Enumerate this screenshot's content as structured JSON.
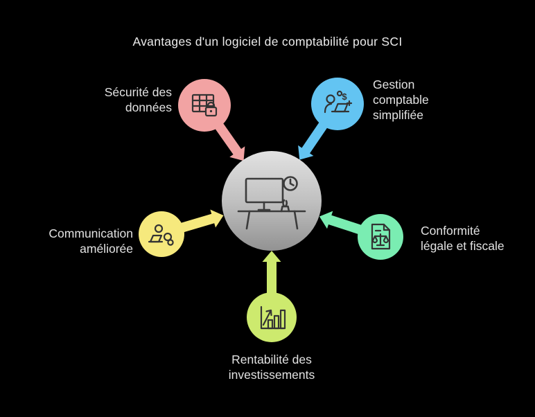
{
  "title": "Avantages d'un logiciel de comptabilité pour SCI",
  "center": {
    "icon": "computer-desk-clock-icon",
    "gradient_top": "#e2e2e2",
    "gradient_bottom": "#929292"
  },
  "nodes": [
    {
      "id": "securite-donnees",
      "label": "Sécurité des données",
      "color": "#f2a3a3",
      "icon": "database-lock-icon"
    },
    {
      "id": "gestion-comptable",
      "label": "Gestion comptable simplifiée",
      "color": "#63c4f2",
      "icon": "accountant-laptop-dollar-icon",
      "glyph": "$"
    },
    {
      "id": "communication",
      "label": "Communication améliorée",
      "color": "#f6e97d",
      "icon": "person-laptop-chat-icon"
    },
    {
      "id": "conformite",
      "label": "Conformité légale et fiscale",
      "color": "#7aedb2",
      "icon": "document-scales-icon"
    },
    {
      "id": "rentabilite",
      "label": "Rentabilité des investissements",
      "color": "#cdea6e",
      "icon": "growth-chart-arrow-icon"
    }
  ],
  "colors": {
    "background": "#000000",
    "text": "#e2e2e2",
    "icon_stroke": "#333333"
  }
}
